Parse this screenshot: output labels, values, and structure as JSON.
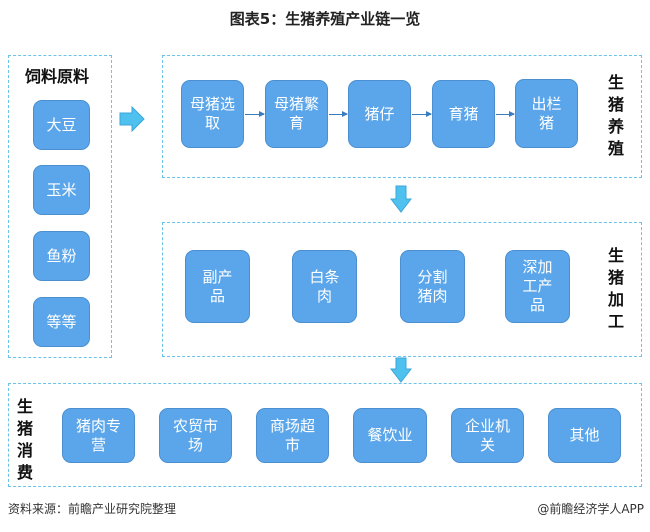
{
  "title": "图表5：生猪养殖产业链一览",
  "feed": {
    "label": "饲料原料",
    "items": [
      "大豆",
      "玉米",
      "鱼粉",
      "等等"
    ]
  },
  "breeding": {
    "label": "生猪养殖",
    "items": [
      "母猪选取",
      "母猪繁育",
      "猪仔",
      "育猪",
      "出栏猪"
    ]
  },
  "processing": {
    "label": "生猪加工",
    "items": [
      "副产品",
      "白条肉",
      "分割猪肉",
      "深加工产品"
    ]
  },
  "consumption": {
    "label": "生猪消费",
    "items": [
      "猪肉专营",
      "农贸市场",
      "商场超市",
      "餐饮业",
      "企业机关",
      "其他"
    ]
  },
  "footer": {
    "source": "资料来源：前瞻产业研究院整理",
    "credit": "@前瞻经济学人APP"
  },
  "colors": {
    "node": "#5ba6ea",
    "frame": "#6cc3ea",
    "arrow": "#4fc1ef"
  }
}
